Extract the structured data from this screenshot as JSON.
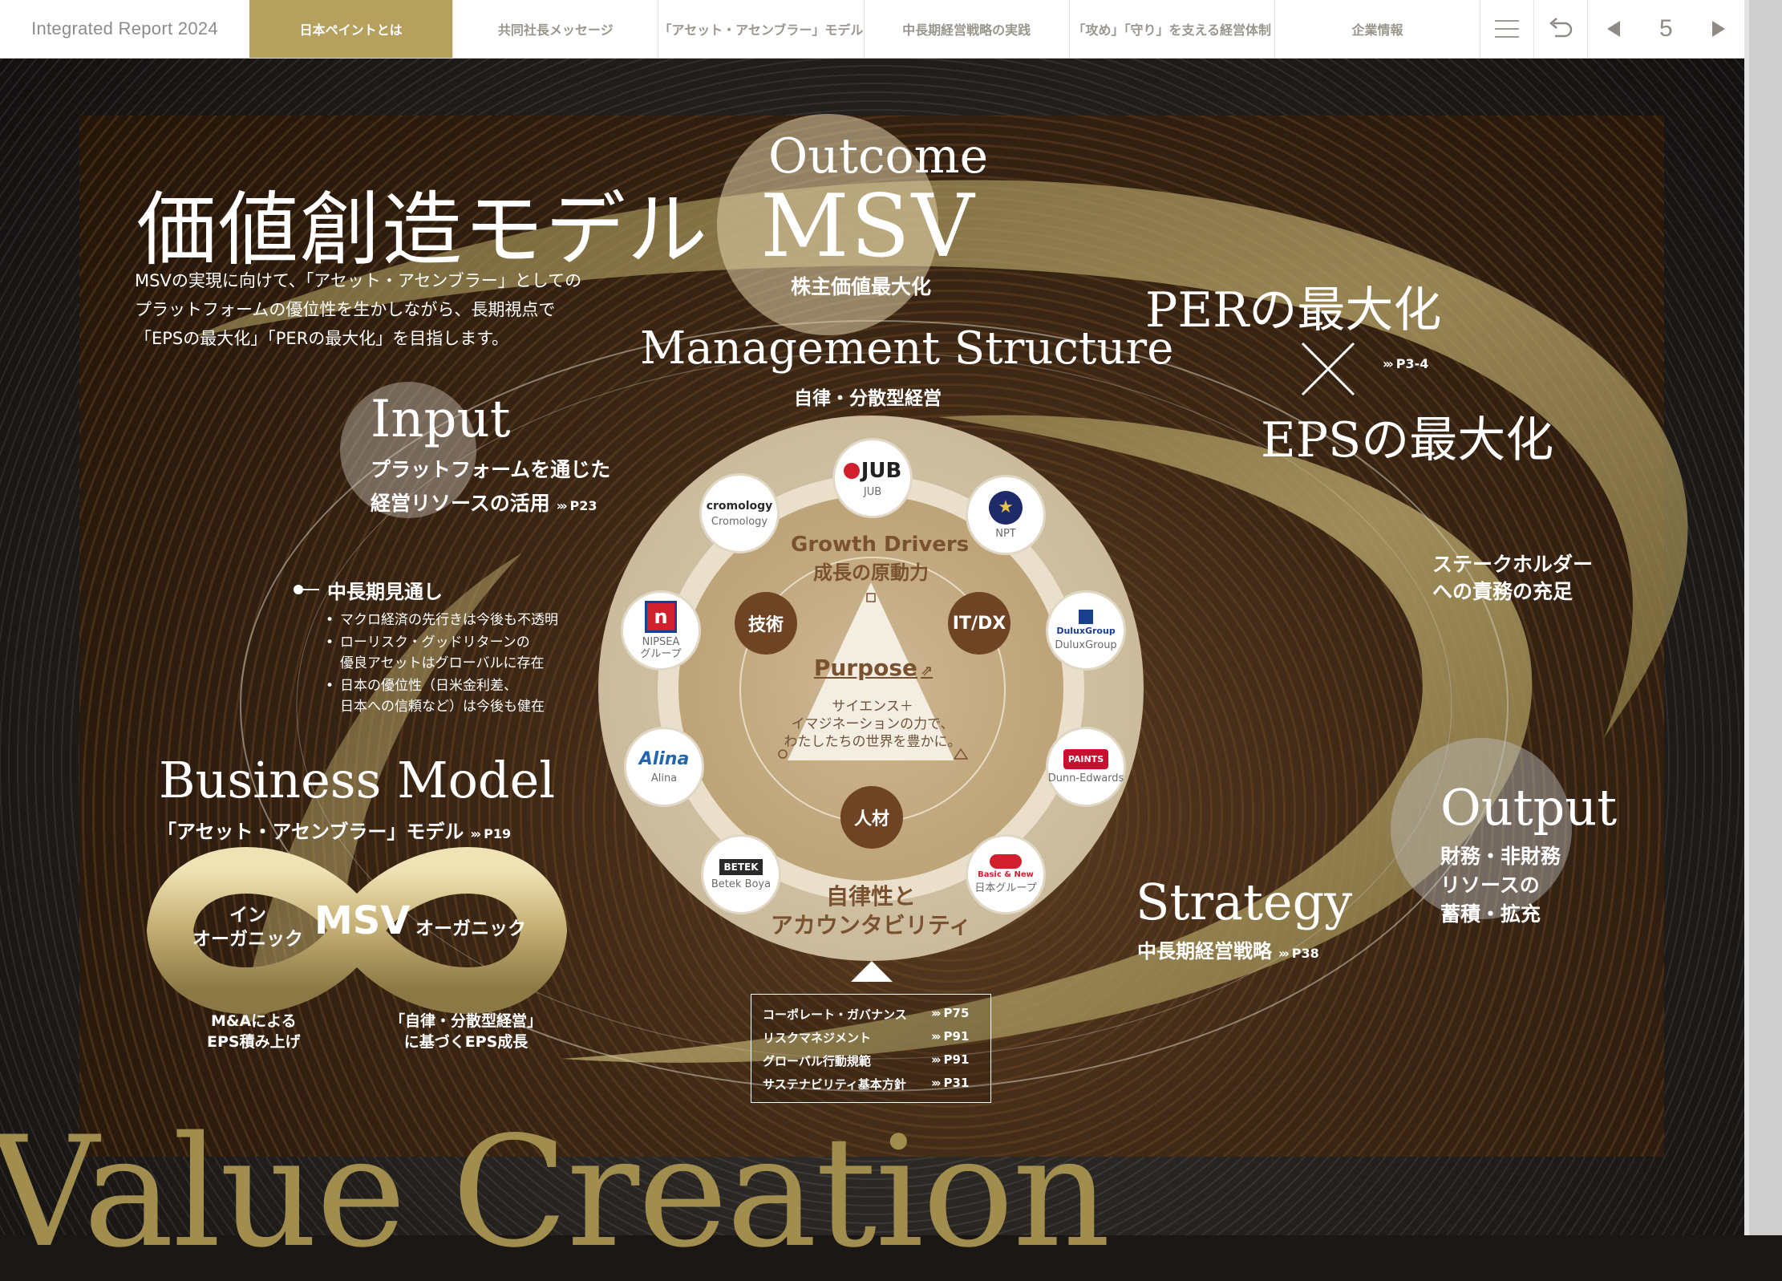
{
  "header": {
    "report_title": "Integrated Report 2024",
    "tabs": [
      {
        "label": "日本ペイントとは",
        "active": true
      },
      {
        "label": "共同社長メッセージ",
        "active": false
      },
      {
        "label": "「アセット・アセンブラー」モデル",
        "active": false
      },
      {
        "label": "中長期経営戦略の実践",
        "active": false
      },
      {
        "label": "「攻め」「守り」を支える経営体制",
        "active": false
      },
      {
        "label": "企業情報",
        "active": false
      }
    ],
    "page_number": "5",
    "icons": [
      "menu-icon",
      "back-icon",
      "prev-page-icon",
      "next-page-icon"
    ]
  },
  "colors": {
    "accent_gold": "#b6a05d",
    "panel_brown": "#3c2715",
    "pillar_brown": "#6e4424"
  },
  "title": "価値創造モデル",
  "intro": [
    "MSVの実現に向けて、「アセット・アセンブラー」としての",
    "プラットフォームの優位性を生かしながら、長期視点で",
    "「EPSの最大化」「PERの最大化」を目指します。"
  ],
  "outcome": {
    "label": "Outcome",
    "msv": "MSV",
    "sub": "株主価値最大化"
  },
  "management": {
    "label": "Management Structure",
    "sub": "自律・分散型経営"
  },
  "input": {
    "label": "Input",
    "sub1": "プラットフォームを通じた",
    "sub2": "経営リソースの活用",
    "ref": "P23"
  },
  "outlook": {
    "title": "中長期見通し",
    "items": [
      [
        "マクロ経済の先行きは今後も不透明"
      ],
      [
        "ローリスク・グッドリターンの",
        "優良アセットはグローバルに存在"
      ],
      [
        "日本の優位性（日米金利差、",
        "日本への信頼など）は今後も健在"
      ]
    ]
  },
  "business_model": {
    "label": "Business Model",
    "sub": "「アセット・アセンブラー」モデル",
    "ref": "P19",
    "left_loop": [
      "イン",
      "オーガニック"
    ],
    "center": "MSV",
    "right_loop": "オーガニック",
    "caption_left": [
      "M&Aによる",
      "EPS積み上げ"
    ],
    "caption_right": [
      "「自律・分散型経営」",
      "に基づくEPS成長"
    ]
  },
  "per_eps": {
    "per": "PERの最大化",
    "eps": "EPSの最大化",
    "ref": "P3-4"
  },
  "stakeholders": [
    "ステークホルダー",
    "への責務の充足"
  ],
  "output": {
    "label": "Output",
    "lines": [
      "財務・非財務",
      "リソースの",
      "蓄積・拡充"
    ]
  },
  "strategy": {
    "label": "Strategy",
    "sub": "中長期経営戦略",
    "ref": "P38"
  },
  "wheel": {
    "growth_en": "Growth Drivers",
    "growth_jp": "成長の原動力",
    "pillars": [
      "技術",
      "IT/DX",
      "人材"
    ],
    "purpose_label": "Purpose",
    "purpose_text": [
      "サイエンス＋",
      "イマジネーションの力で、",
      "わたしたちの世界を豊かに。"
    ],
    "autonomy": [
      "自律性と",
      "アカウンタビリティ"
    ],
    "brands": [
      {
        "logo": "JUB",
        "label": "JUB"
      },
      {
        "logo": "★",
        "label": "NPT"
      },
      {
        "logo": "DuluxGroup",
        "label": "DuluxGroup"
      },
      {
        "logo": "PAINTS",
        "label": "Dunn-Edwards"
      },
      {
        "logo": "Basic & New",
        "label": "日本グループ"
      },
      {
        "logo": "BETEK",
        "label": "Betek Boya"
      },
      {
        "logo": "Alina",
        "label": "Alina"
      },
      {
        "logo": "n",
        "label": "NIPSEA\nグループ"
      },
      {
        "logo": "cromology",
        "label": "Cromology"
      }
    ]
  },
  "governance": [
    {
      "label": "コーポレート・ガバナンス",
      "page": "P75"
    },
    {
      "label": "リスクマネジメント",
      "page": "P91"
    },
    {
      "label": "グローバル行動規範",
      "page": "P91"
    },
    {
      "label": "サステナビリティ基本方針",
      "page": "P31"
    }
  ],
  "footer_word": "Value Creation"
}
